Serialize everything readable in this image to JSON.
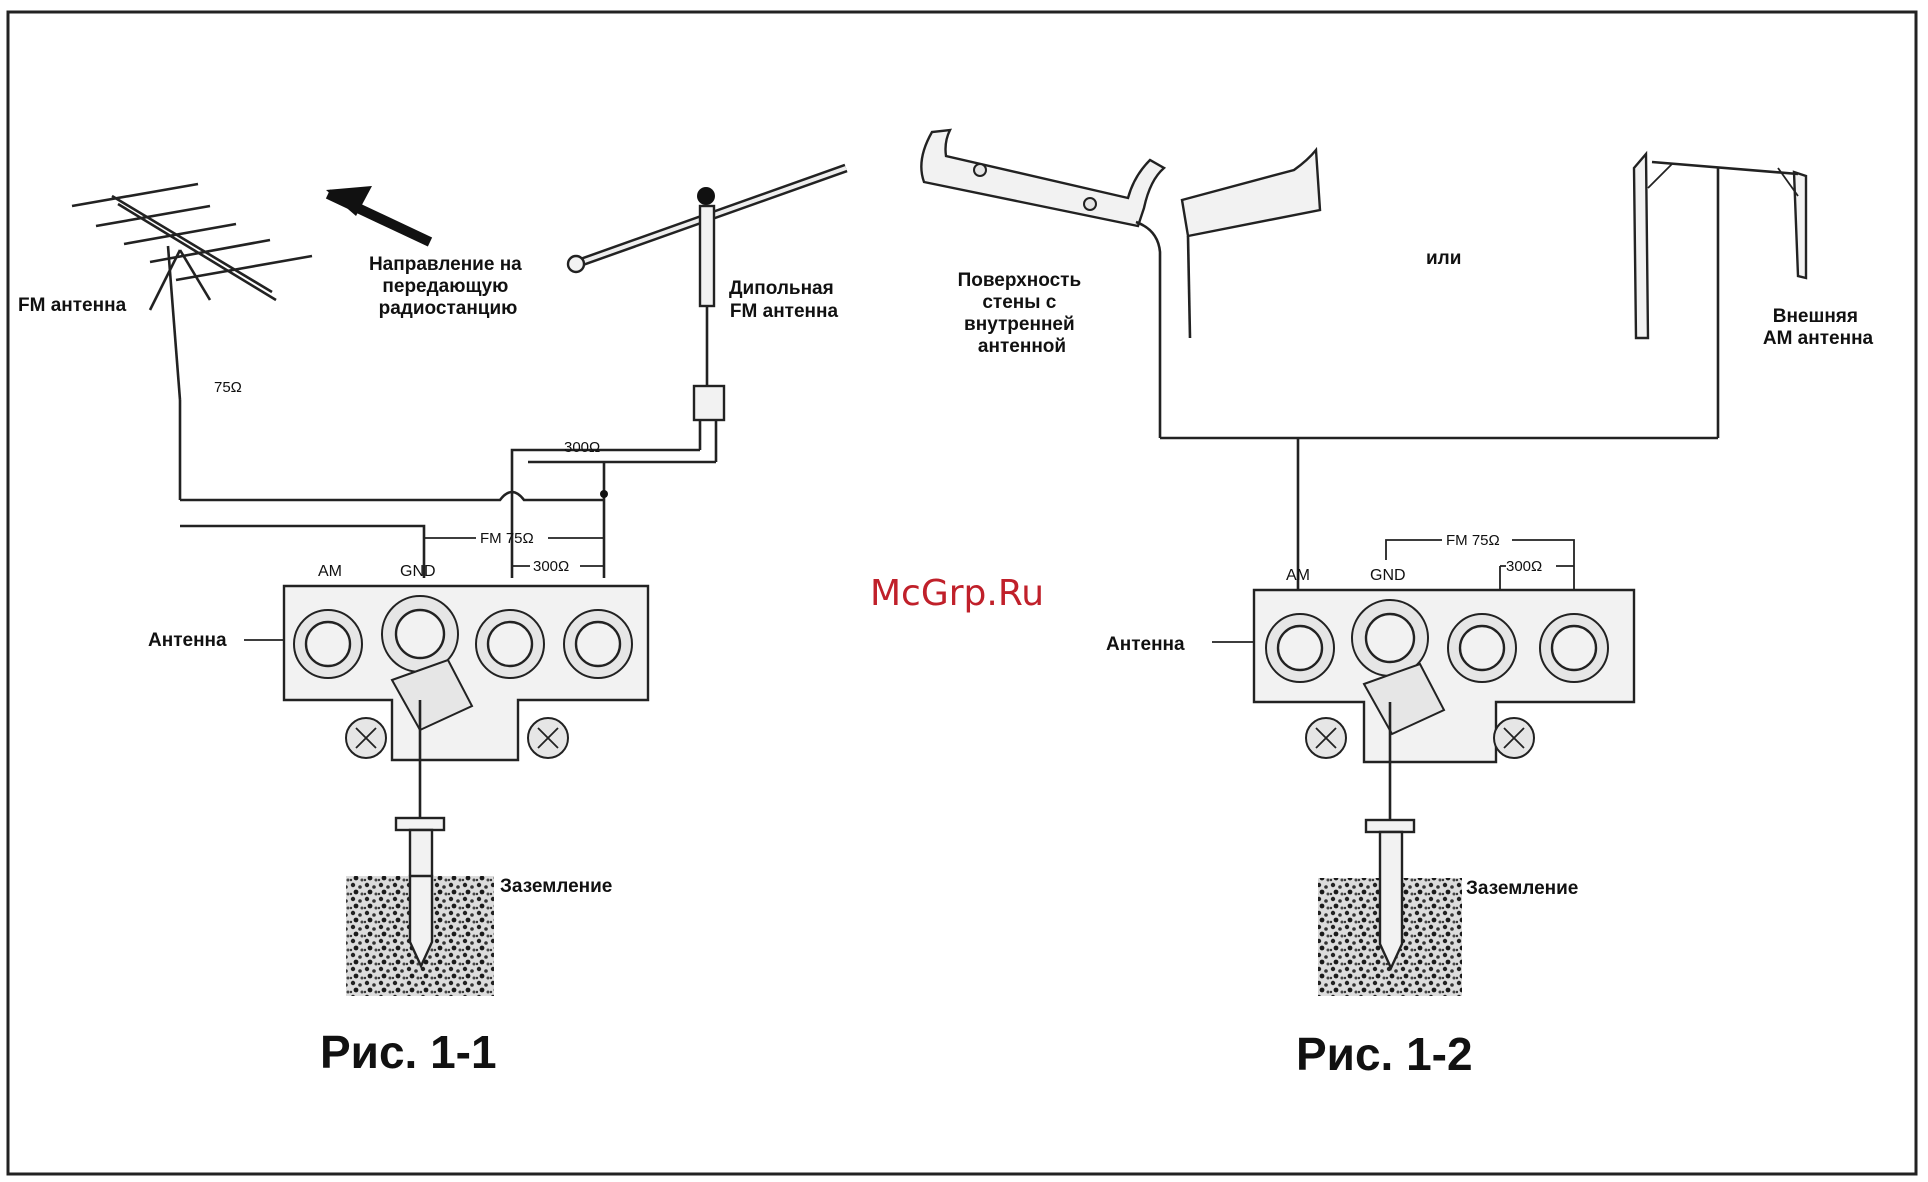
{
  "watermark": "McGrp.Ru",
  "figure_1": {
    "caption": "Рис. 1-1",
    "fm_antenna_label": "FM антенна",
    "direction_label": [
      "Направление на",
      "передающую",
      "радиостанцию"
    ],
    "dipole_label": [
      "Дипольная",
      "FM антенна"
    ],
    "impedance_75": "75Ω",
    "impedance_300": "300Ω",
    "terminal_labels": {
      "am": "AM",
      "gnd": "GND",
      "fm75": "FM 75Ω",
      "fm300": "300Ω"
    },
    "antenna_block_label": "Антенна",
    "ground_label": "Заземление"
  },
  "figure_2": {
    "caption": "Рис. 1-2",
    "indoor_label": [
      "Поверхность",
      "стены с",
      "внутренней",
      "антенной"
    ],
    "or_label": "или",
    "outdoor_label": [
      "Внешняя",
      "AM антенна"
    ],
    "terminal_labels": {
      "am": "AM",
      "gnd": "GND",
      "fm75": "FM 75Ω",
      "fm300": "300Ω"
    },
    "antenna_block_label": "Антенна",
    "ground_label": "Заземление"
  }
}
